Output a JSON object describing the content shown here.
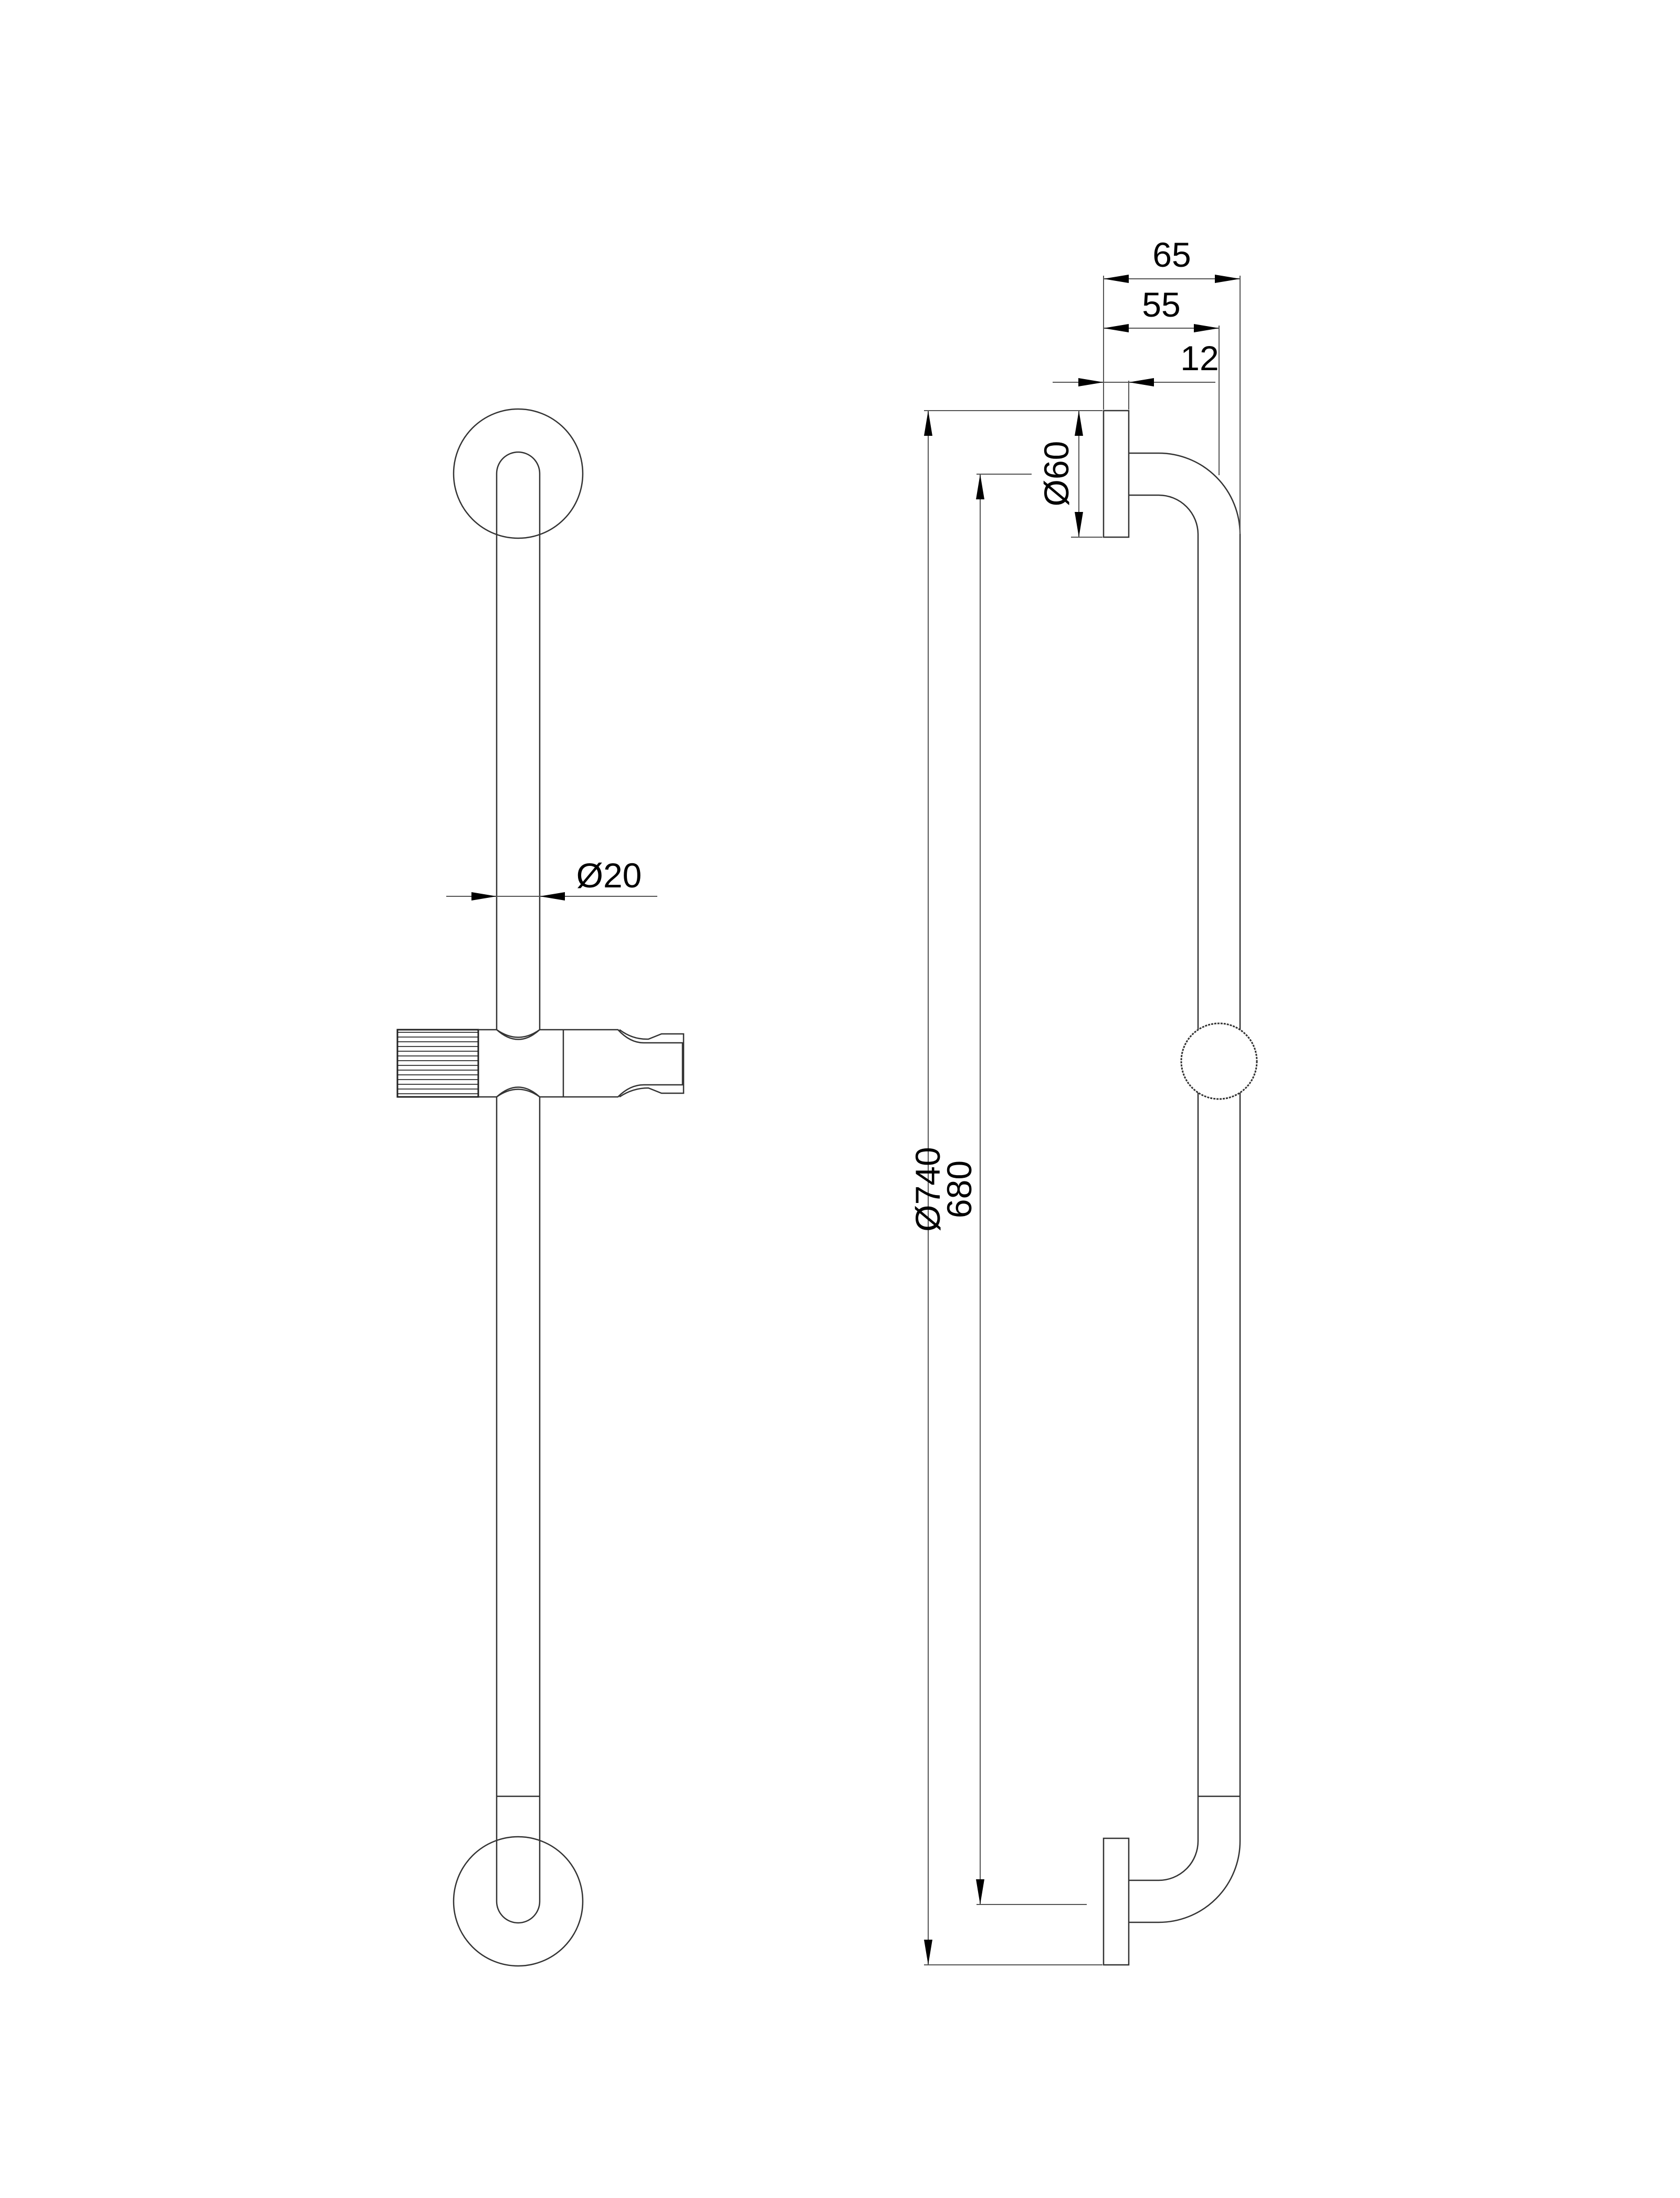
{
  "dimensions": {
    "bar_diameter": "Ø20",
    "overall_length": "Ø740",
    "centers_length": "680",
    "rosette_diameter": "Ø60",
    "projection_total": "65",
    "projection_bar_center": "55",
    "rosette_thickness": "12"
  },
  "colors": {
    "line": "#333333",
    "dimension": "#555555"
  }
}
